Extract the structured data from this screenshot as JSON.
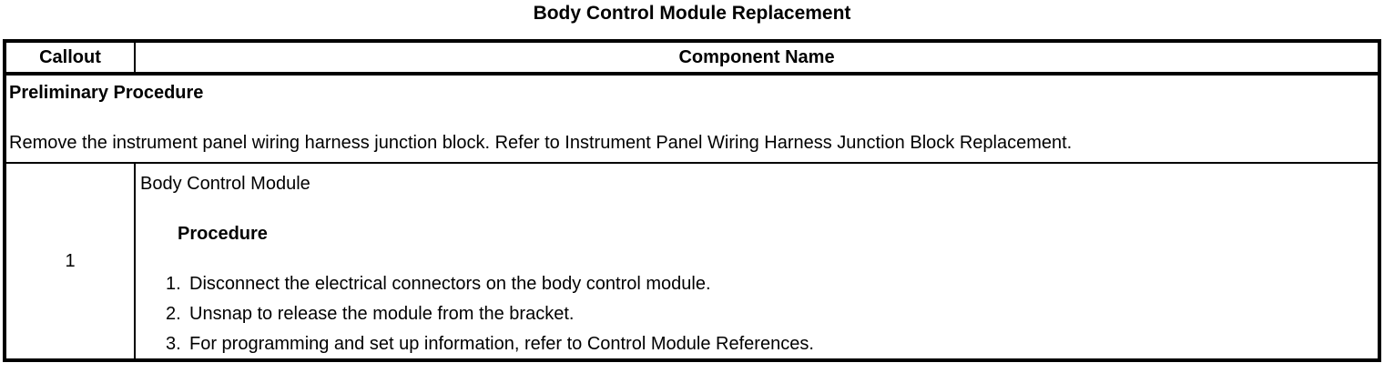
{
  "title": "Body Control Module Replacement",
  "colors": {
    "text": "#000000",
    "border": "#000000",
    "background": "#ffffff"
  },
  "table": {
    "header": {
      "callout": "Callout",
      "component_name": "Component Name"
    },
    "preliminary": {
      "heading": "Preliminary Procedure",
      "text": "Remove the instrument panel wiring harness junction block. Refer to Instrument Panel Wiring Harness Junction Block Replacement."
    },
    "rows": [
      {
        "callout": "1",
        "component_name": "Body Control Module",
        "procedure_heading": "Procedure",
        "steps": [
          {
            "num": "1.",
            "text": "Disconnect the electrical connectors on the body control module."
          },
          {
            "num": "2.",
            "text": "Unsnap to release the module from the bracket."
          },
          {
            "num": "3.",
            "text": "For programming and set up information, refer to Control Module References."
          }
        ]
      }
    ]
  }
}
